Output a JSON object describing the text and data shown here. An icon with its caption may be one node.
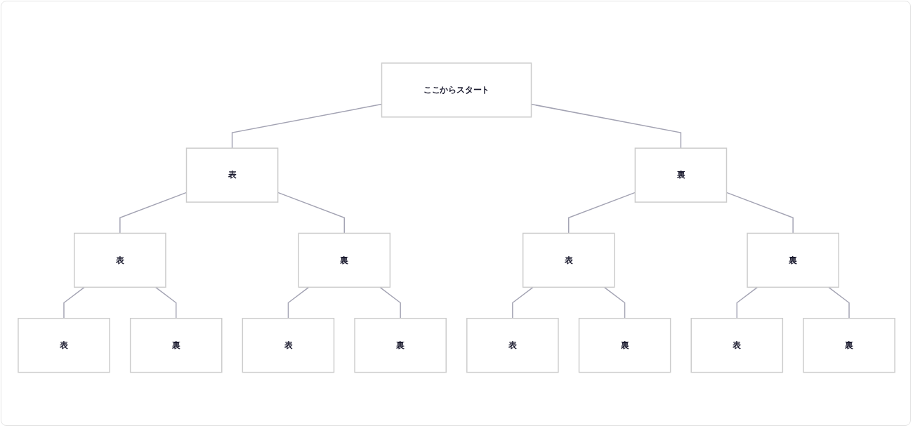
{
  "diagram": {
    "nodes": [
      {
        "text": [
          "ここからスタート"
        ]
      },
      {
        "text": [
          "表"
        ]
      },
      {
        "text": [
          "裏"
        ]
      },
      {
        "text": [
          "表"
        ]
      },
      {
        "text": [
          "裏"
        ]
      },
      {
        "text": [
          "表"
        ]
      },
      {
        "text": [
          "裏"
        ]
      },
      {
        "text": [
          "表"
        ]
      },
      {
        "text": [
          "裏"
        ]
      },
      {
        "text": [
          "表"
        ]
      },
      {
        "text": [
          "裏"
        ]
      },
      {
        "text": [
          "表"
        ]
      },
      {
        "text": [
          "裏"
        ]
      },
      {
        "text": [
          "表"
        ]
      },
      {
        "text": [
          "裏"
        ]
      }
    ],
    "edges": [
      {
        "from": 0,
        "to": 1,
        "arrow": "none"
      },
      {
        "from": 0,
        "to": 2,
        "arrow": "none"
      },
      {
        "from": 1,
        "to": 3,
        "arrow": "none"
      },
      {
        "from": 1,
        "to": 4,
        "arrow": "none"
      },
      {
        "from": 2,
        "to": 5,
        "arrow": "none"
      },
      {
        "from": 2,
        "to": 6,
        "arrow": "none"
      },
      {
        "from": 3,
        "to": 7,
        "arrow": "none"
      },
      {
        "from": 3,
        "to": 8,
        "arrow": "none"
      },
      {
        "from": 4,
        "to": 9,
        "arrow": "none"
      },
      {
        "from": 4,
        "to": 10,
        "arrow": "none"
      },
      {
        "from": 5,
        "to": 11,
        "arrow": "none"
      },
      {
        "from": 5,
        "to": 12,
        "arrow": "none"
      },
      {
        "from": 6,
        "to": 13,
        "arrow": "none"
      },
      {
        "from": 6,
        "to": 14,
        "arrow": "none"
      }
    ]
  }
}
